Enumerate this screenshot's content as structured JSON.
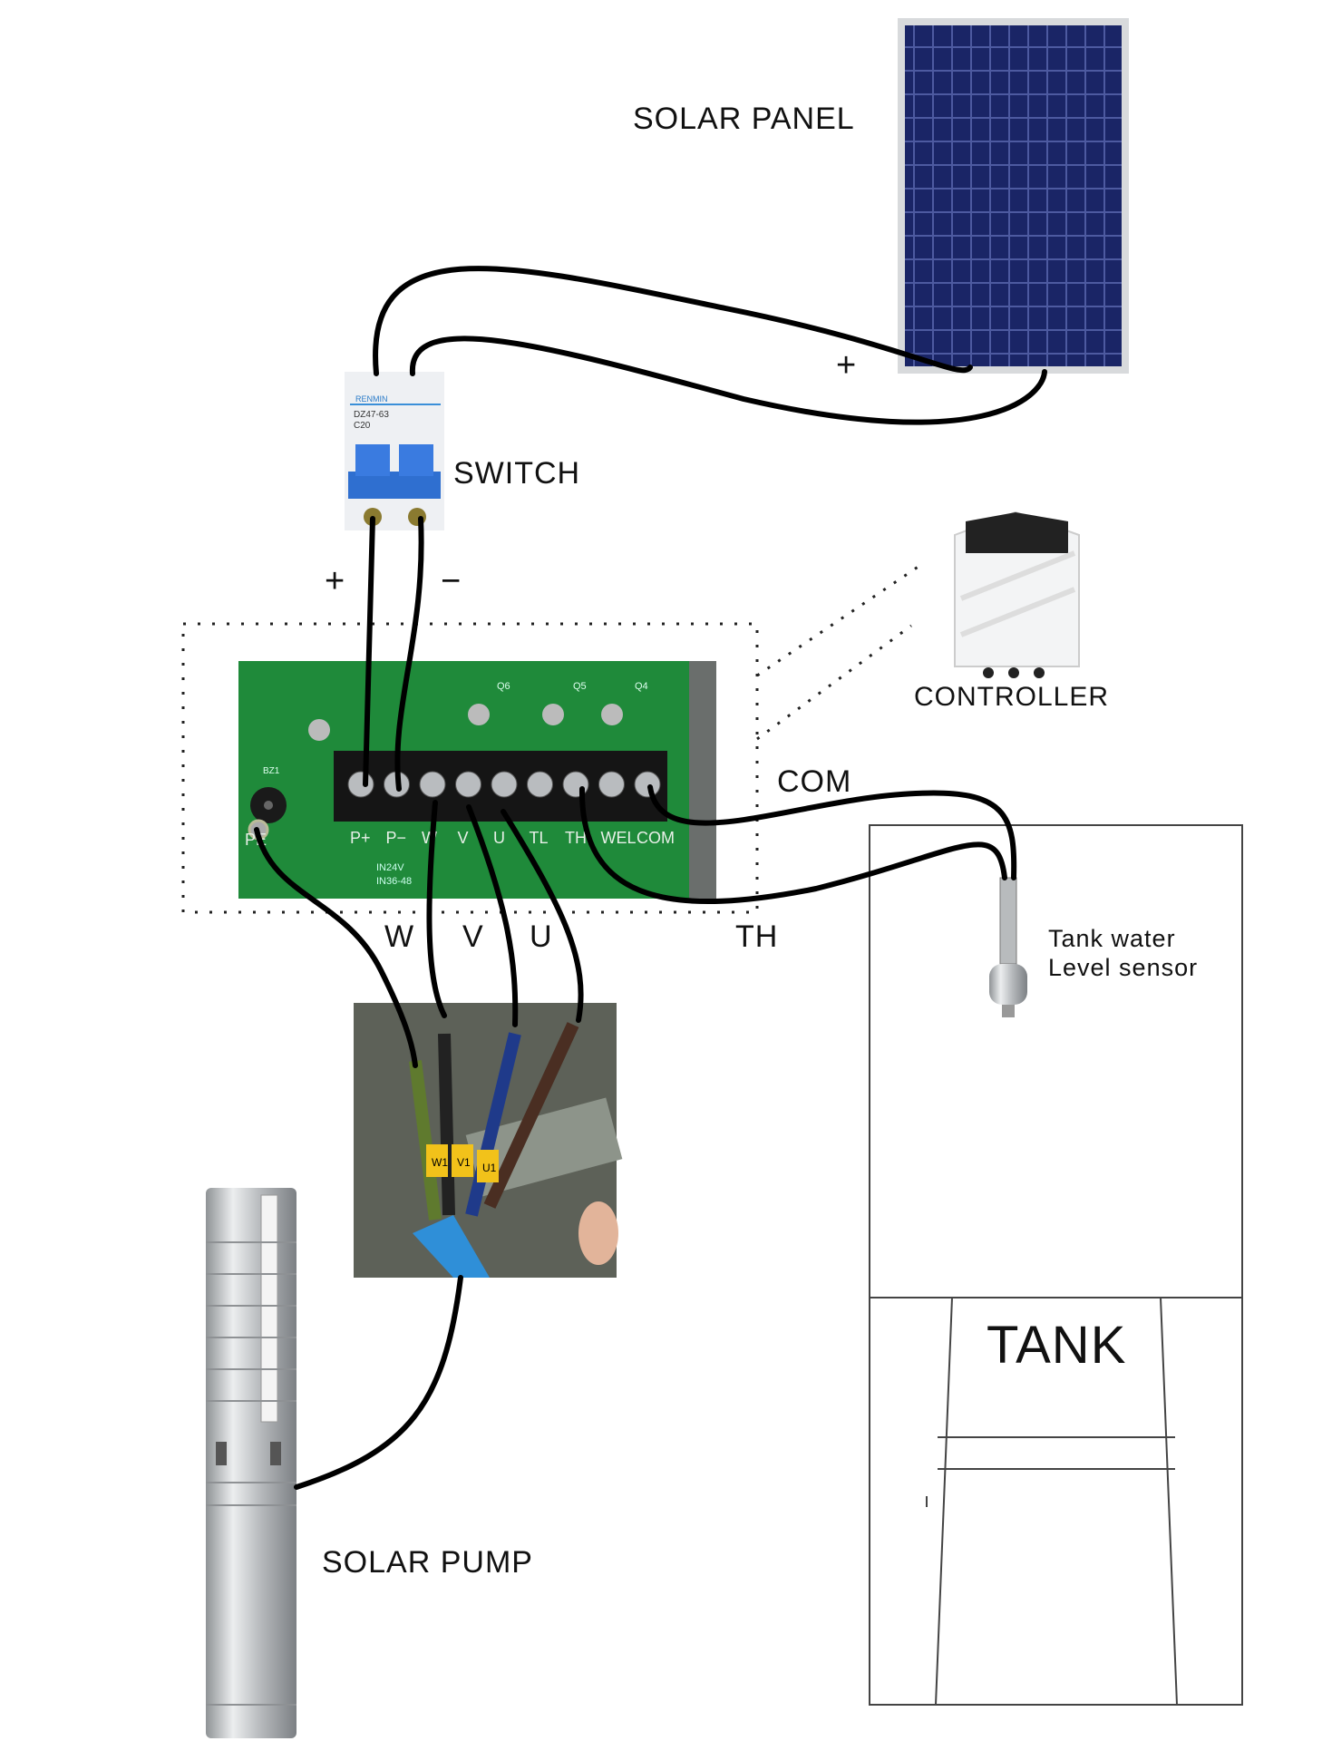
{
  "labels": {
    "solar_panel": "SOLAR PANEL",
    "panel_plus": "+",
    "switch": "SWITCH",
    "switch_plus": "+",
    "switch_minus": "−",
    "controller": "CONTROLLER",
    "com": "COM",
    "th": "TH",
    "w": "W",
    "v": "V",
    "u": "U",
    "sensor_line1": "Tank water",
    "sensor_line2": "Level sensor",
    "tank": "TANK",
    "solar_pump": "SOLAR PUMP"
  },
  "switch_device": {
    "brand": "RENMIN",
    "model": "DZ47-63",
    "rating": "C20"
  },
  "terminal_block": {
    "terminals": [
      "P+",
      "P−",
      "W",
      "V",
      "U",
      "TL",
      "TH",
      "WEL",
      "COM"
    ],
    "ground": "PE",
    "components": [
      "Q6",
      "Q5",
      "Q4",
      "BZ1"
    ],
    "notes": [
      "IN24V",
      "IN36-48"
    ]
  },
  "cable_tags": [
    "W1",
    "V1",
    "U1"
  ],
  "colors": {
    "wire": "#000000",
    "pcb": "#1f8a3a",
    "panel": "#16205a",
    "switch_blue": "#2f6fd0",
    "pump_steel": "#c9cccf",
    "tag_yellow": "#f2c21a"
  }
}
